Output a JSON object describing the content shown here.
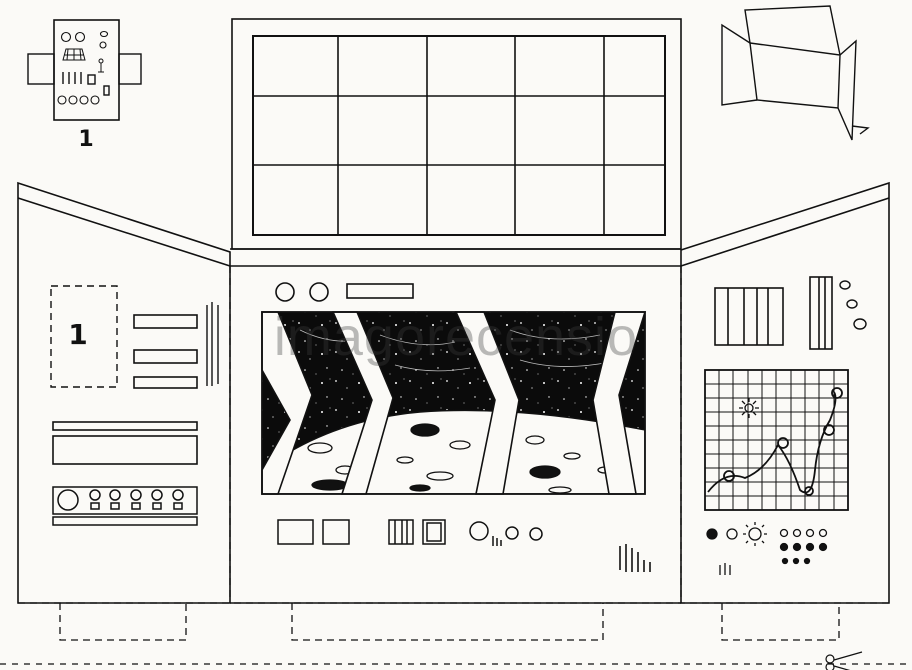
{
  "sheet": {
    "small_model_number": "1",
    "left_panel_number": "1",
    "watermark": "imagorecensio"
  },
  "colors": {
    "ink": "#111111",
    "paper": "#fbfaf7",
    "space": "#0b0b0b"
  }
}
